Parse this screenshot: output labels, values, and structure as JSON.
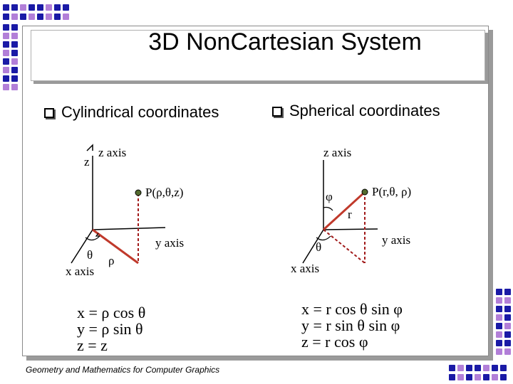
{
  "slide": {
    "title": "3D NonCartesian System",
    "footer": "Geometry and Mathematics for Computer Graphics",
    "bullets": {
      "cylindrical": "Cylindrical coordinates",
      "spherical": "Spherical coordinates"
    }
  },
  "cylindrical_diagram": {
    "z_corner": "z",
    "z_axis": "z axis",
    "point": "P(ρ,θ,z)",
    "theta": "θ",
    "rho": "ρ",
    "x_axis": "x axis",
    "y_axis": "y axis",
    "equations": [
      "x = ρ cos θ",
      "y = ρ sin θ",
      "z = z"
    ]
  },
  "spherical_diagram": {
    "z_axis": "z axis",
    "phi": "φ",
    "point": "P(r,θ, ρ)",
    "r": "r",
    "theta": "θ",
    "x_axis": "x axis",
    "y_axis": "y axis",
    "equations": [
      "x = r cos θ sin φ",
      "y = r sin θ sin φ",
      "z = r cos φ"
    ]
  },
  "colors": {
    "decor_blue": "#1a1aa6",
    "decor_purple": "#b27fd8",
    "vector_red": "#c0392b",
    "dashed_red": "#a11a1a",
    "point_fill": "#556b2f"
  }
}
